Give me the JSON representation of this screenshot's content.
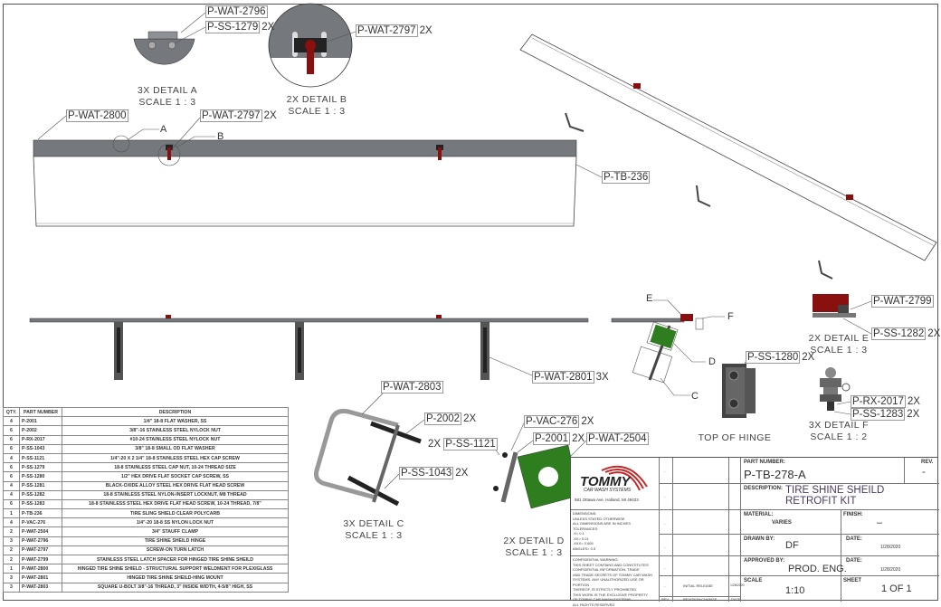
{
  "callouts": {
    "detailA_hinge": {
      "label": "P-WAT-2796",
      "qty": ""
    },
    "detailA_capnut": {
      "label": "P-SS-1279",
      "qty": "2X"
    },
    "detailB_latch": {
      "label": "P-WAT-2797",
      "qty": "2X"
    },
    "front_weldment": {
      "label": "P-WAT-2800",
      "qty": ""
    },
    "front_latch": {
      "label": "P-WAT-2797",
      "qty": "2X"
    },
    "polycarb": {
      "label": "P-TB-236",
      "qty": ""
    },
    "hinge_mount": {
      "label": "P-WAT-2801",
      "qty": "3X"
    },
    "detailE_spacer": {
      "label": "P-WAT-2799",
      "qty": ""
    },
    "detailE_locknut": {
      "label": "P-SS-1282",
      "qty": "2X"
    },
    "hinge_screw": {
      "label": "P-SS-1280",
      "qty": "2X"
    },
    "detailF_nut": {
      "label": "P-RX-2017",
      "qty": "2X"
    },
    "detailF_screw": {
      "label": "P-SS-1283",
      "qty": "2X"
    },
    "detailC_ubolt": {
      "label": "P-WAT-2803",
      "qty": ""
    },
    "detailC_nut": {
      "label": "P-2002",
      "qty": "2X"
    },
    "detailC_capscrew": {
      "label": "P-SS-1121",
      "qty": "2X"
    },
    "detailC_washer": {
      "label": "P-SS-1043",
      "qty": "2X"
    },
    "detailD_locknut": {
      "label": "P-VAC-276",
      "qty": "2X"
    },
    "detailD_washer": {
      "label": "P-2001",
      "qty": "2X"
    },
    "detailD_clamp": {
      "label": "P-WAT-2504",
      "qty": ""
    }
  },
  "letters": {
    "a": "A",
    "b": "B",
    "c": "C",
    "d": "D",
    "e": "E",
    "f": "F"
  },
  "details": {
    "a": {
      "title": "3X DETAIL A",
      "scale": "SCALE 1 : 3"
    },
    "b": {
      "title": "2X DETAIL B",
      "scale": "SCALE 1 : 3"
    },
    "c": {
      "title": "3X DETAIL C",
      "scale": "SCALE 1 : 3"
    },
    "d": {
      "title": "2X DETAIL D",
      "scale": "SCALE 1 : 3"
    },
    "e": {
      "title": "2X DETAIL E",
      "scale": "SCALE 1 : 3"
    },
    "f": {
      "title": "3X DETAIL F",
      "scale": "SCALE 1 : 2"
    },
    "hinge": {
      "title": "TOP OF HINGE"
    }
  },
  "bom": {
    "headers": [
      "QTY.",
      "PART NUMBER",
      "DESCRIPTION"
    ],
    "rows": [
      [
        "4",
        "P-2001",
        "1/4\" 18-8 FLAT WASHER, SS"
      ],
      [
        "6",
        "P-2002",
        "3/8\"-16 STAINLESS STEEL NYLOCK NUT"
      ],
      [
        "6",
        "P-RX-2017",
        "#10-24 STAINLESS STEEL NYLOCK NUT"
      ],
      [
        "6",
        "P-SS-1043",
        "3/8\" 18-8 SMALL OD FLAT WASHER"
      ],
      [
        "4",
        "P-SS-1121",
        "1/4\"-20 X 2 1/4\" 18-8 STAINLESS STEEL HEX CAP SCREW"
      ],
      [
        "6",
        "P-SS-1279",
        "18-8 STAINLESS STEEL CAP NUT, 10-24 THREAD SIZE"
      ],
      [
        "6",
        "P-SS-1280",
        "1/2\" HEX DRIVE FLAT SOCKET CAP SCREW, SS"
      ],
      [
        "4",
        "P-SS-1281",
        "BLACK-OXIDE ALLOY STEEL HEX DRIVE FLAT HEAD SCREW"
      ],
      [
        "4",
        "P-SS-1282",
        "18-8 STAINLESS STEEL NYLON-INSERT LOCKNUT, M8 THREAD"
      ],
      [
        "6",
        "P-SS-1283",
        "18-8 STAINLESS STEEL HEX DRIVE FLAT HEAD SCREW, 10-24 THREAD, 7/8\""
      ],
      [
        "1",
        "P-TB-236",
        "TIRE SLING SHIELD CLEAR POLYCARB"
      ],
      [
        "4",
        "P-VAC-276",
        "1/4\"-20 18-8 SS NYLON LOCK NUT"
      ],
      [
        "2",
        "P-WAT-2504",
        "3/4\" STAUFF CLAMP"
      ],
      [
        "3",
        "P-WAT-2796",
        "TIRE SHINE SHEILD HINGE"
      ],
      [
        "2",
        "P-WAT-2797",
        "SCREW-ON TURN LATCH"
      ],
      [
        "2",
        "P-WAT-2799",
        "STAINLESS STEEL LATCH SPACER FOR HINGED TIRE SHINE SHEILD"
      ],
      [
        "1",
        "P-WAT-2800",
        "HINGED TIRE SHINE SHIELD - STRUCTURAL SUPPORT WELDMENT FOR PLEXIGLASS"
      ],
      [
        "3",
        "P-WAT-2801",
        "HINGED TIRE SHINE SHEILD-HING MOUNT"
      ],
      [
        "3",
        "P-WAT-2803",
        "SQUARE U-BOLT 3/8\"-16 THREAD, 3\" INSIDE WIDTH, 4-5/8\" HIGH, SS"
      ]
    ]
  },
  "title_block": {
    "company": "TOMMY",
    "company_sub": "CAR WASH SYSTEMS",
    "address": "581 Ottawa Ave. Holland, MI 49423",
    "part_number_label": "PART NUMBER:",
    "part_number": "P-TB-278-A",
    "rev_label": "REV.",
    "rev": "-",
    "description_label": "DESCRIPTION:",
    "description": "TIRE SHINE SHEILD RETROFIT KIT",
    "material_label": "MATERIAL:",
    "material": "VARIES",
    "finish_label": "FINISH:",
    "finish": "–",
    "drawn_by_label": "DRAWN BY:",
    "drawn_by": "DF",
    "date_label": "DATE:",
    "drawn_date": "1/28/2020",
    "approved_by_label": "APPROVED BY:",
    "approved_by": "PROD. ENG.",
    "approved_date": "1/28/2020",
    "scale_label": "SCALE",
    "scale": "1:10",
    "sheet_label": "SHEET",
    "sheet": "1 OF 1",
    "tolerances": [
      "DIMENSIONS:",
      "UNLESS STATED OTHERWISE",
      "ALL DIMENSIONS ARE IN INCHES",
      "TOLERANCES:",
      ".X= 0.1",
      ".XX= 0.01",
      ".XXX= 0.005",
      "ANGLES= 0.5"
    ],
    "confidential": [
      "CONFIDENTIAL WARNING:",
      "THIS SHEET CONTAINS AND CONSTITUTES",
      "CONFIDENTIAL INFORMATION, TRADE",
      "AND TRADE SECRETS OF TOMMY CAR WASH",
      "SYSTEMS. ANY UNAUTHORIZED USE OR PORTION",
      "THEREOF, IS STRICTLY PROHIBITED.",
      "THIS WORK IS THE EXCLUSIVE PROPERTY",
      "OF TOMMY CAR WASH SYSTEMS.",
      "ALL RIGHTS RESERVED"
    ],
    "rev_col": [
      "-",
      "-",
      "-",
      "-",
      "-",
      "-"
    ],
    "initial_release": "INITIAL RELEASE",
    "rev_change": "REVISION/CHANGE",
    "rev_hdr": "REV.",
    "date_hdr": "DATE",
    "rev_date": "1/28/2020"
  },
  "colors": {
    "steel": "#75787c",
    "latch": "#8a0f0f",
    "clamp": "#2e7d1f",
    "logo_red": "#c62828"
  }
}
